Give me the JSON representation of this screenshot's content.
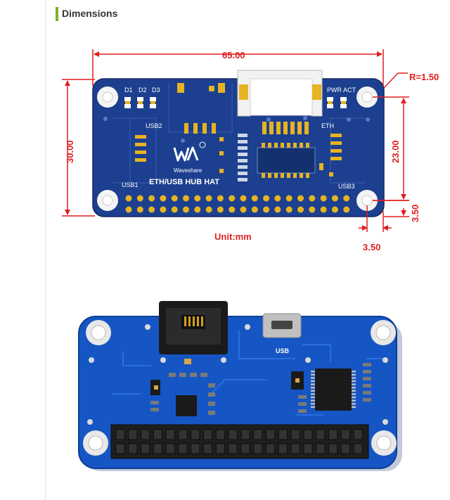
{
  "section": {
    "title": "Dimensions"
  },
  "dimensions": {
    "width": "65.00",
    "height": "30.00",
    "hole_spacing": "23.00",
    "corner_radius": "R=1.50",
    "hole_offset_x": "3.50",
    "hole_offset_y": "3.50",
    "unit": "Unit:mm"
  },
  "board_labels": {
    "d1": "D1",
    "d2": "D2",
    "d3": "D3",
    "pwr_act": "PWR ACT",
    "usb1": "USB1",
    "usb2": "USB2",
    "usb3": "USB3",
    "eth": "ETH",
    "brand": "Waveshare",
    "product": "ETH/USB HUB HAT"
  },
  "photo_labels": {
    "usb": "USB"
  },
  "colors": {
    "board_blue": "#1c3f8f",
    "board_blue_dark": "#14316f",
    "photo_blue": "#1556c4",
    "pad_gold": "#e6b422",
    "dimension_red": "#e01e1e",
    "accent_green": "#7ab22e"
  }
}
